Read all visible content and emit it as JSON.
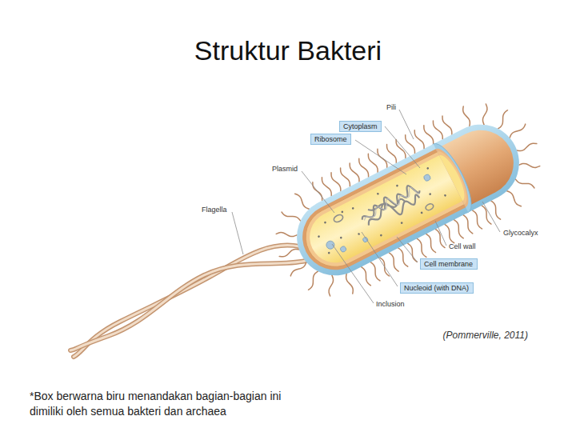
{
  "diagram": {
    "title": "Struktur Bakteri",
    "caption": "(Pommerville, 2011)",
    "nodes": [
      {
        "text": [
          "Cytoplasm"
        ]
      },
      {
        "text": [
          "Ribosome"
        ]
      },
      {
        "text": [
          "Cell membrane"
        ]
      },
      {
        "text": [
          "Nucleoid (with DNA)"
        ]
      }
    ],
    "labels": [
      "Pili",
      "Plasmid",
      "Flagella",
      "Glycocalyx",
      "Cell wall",
      "Inclusion",
      "*Box berwarna biru menandakan bagian-bagian ini dimiliki oleh semua bakteri dan archaea"
    ]
  }
}
